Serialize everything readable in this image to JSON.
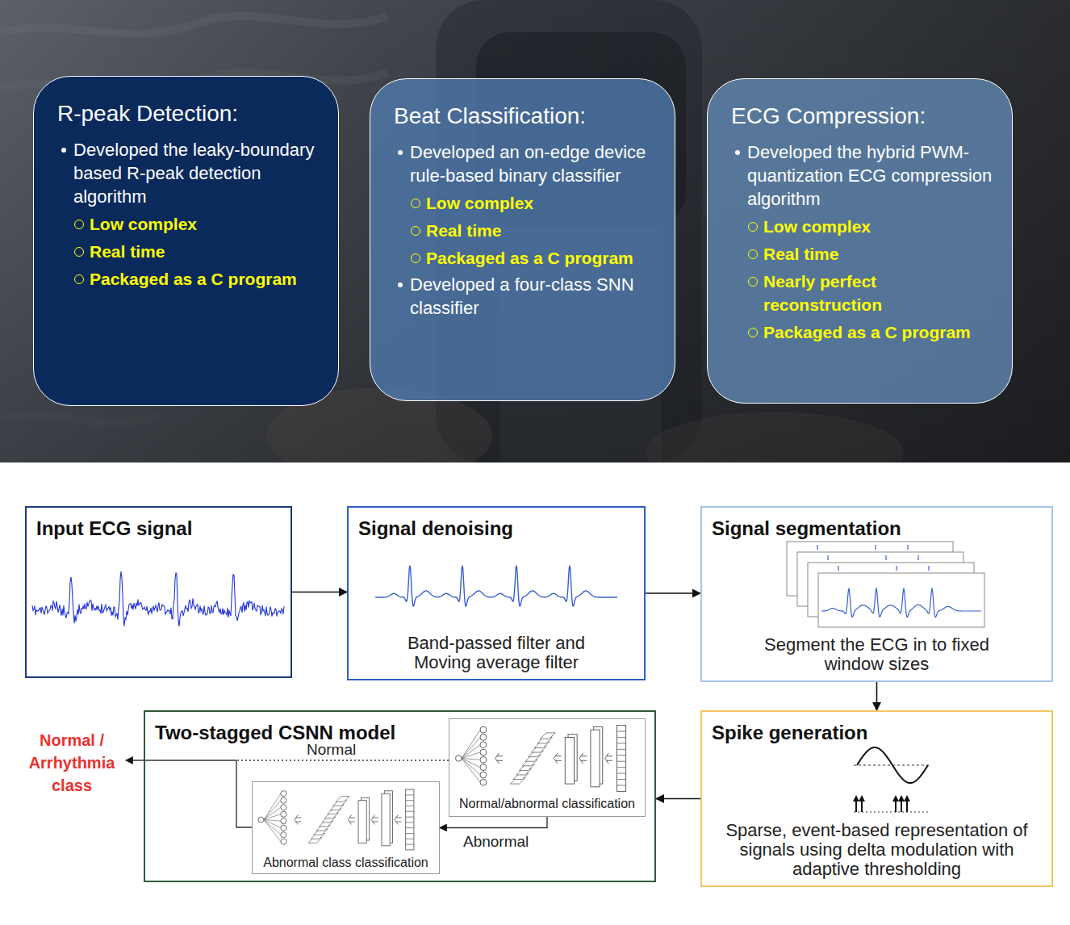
{
  "diagram": {
    "nodes": [
      {
        "text": [
          "R-peak Detection:",
          "Developed the leaky-boundary based R-peak detection algorithm",
          "Low complex",
          "Real time",
          "Packaged as a C program"
        ]
      },
      {
        "text": [
          "Beat Classification:",
          "Developed an on-edge device rule-based binary classifier",
          "Low complex",
          "Real time",
          "Packaged as a C program",
          "Developed a four-class SNN classifier"
        ]
      },
      {
        "text": [
          "ECG Compression:",
          "Developed the hybrid PWM-quantization ECG compression algorithm",
          "Low complex",
          "Real time",
          "Nearly perfect reconstruction",
          "Packaged as a C program"
        ]
      },
      {
        "text": [
          "Input ECG signal"
        ]
      },
      {
        "text": [
          "Signal denoising",
          "Band-passed filter and Moving average filter"
        ]
      },
      {
        "text": [
          "Signal segmentation",
          "Segment the ECG in to fixed window sizes"
        ]
      },
      {
        "text": [
          "Spike generation",
          "Sparse, event-based representation of signals using delta modulation with adaptive thresholding"
        ]
      },
      {
        "text": [
          "Two-stagged CSNN model"
        ]
      },
      {
        "text": [
          "Normal/abnormal classification"
        ],
        "in": 7
      },
      {
        "text": [
          "Abnormal class classification"
        ],
        "in": 7
      }
    ],
    "edges": [
      {
        "from": 3,
        "to": 4,
        "arrow": "to"
      },
      {
        "from": 4,
        "to": 5,
        "arrow": "to"
      },
      {
        "from": 5,
        "to": 6,
        "arrow": "to"
      },
      {
        "from": 6,
        "to": 7,
        "arrow": "to"
      },
      {
        "from": 8,
        "to": 9,
        "label": "Abnormal",
        "arrow": "to"
      }
    ],
    "labels": [
      "Normal",
      "Normal / Arrhythmia class"
    ]
  }
}
